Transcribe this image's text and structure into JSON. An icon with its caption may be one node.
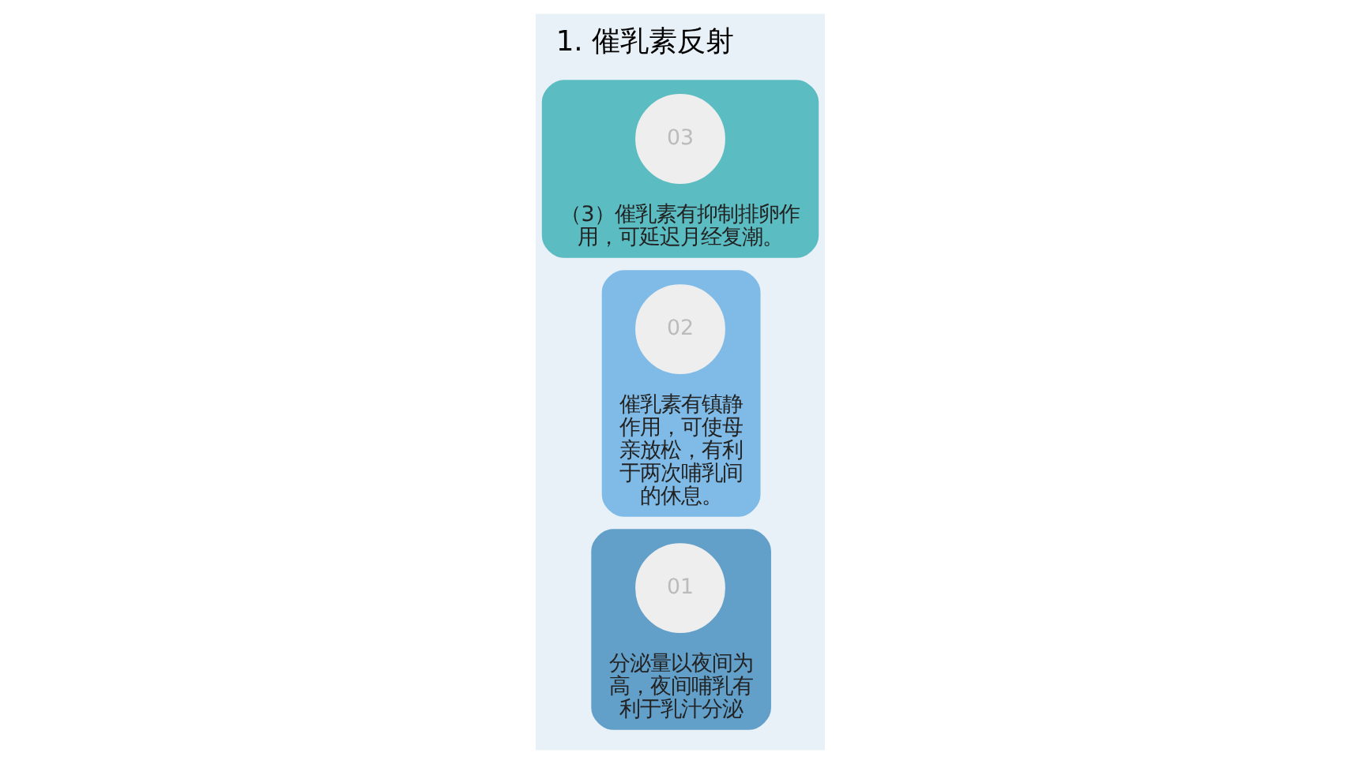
{
  "diagram": {
    "title": "1. 催乳素反射",
    "nodes": [
      {
        "text": [
          "分泌量以夜间为高，夜间哺乳有利于乳汁分泌"
        ]
      },
      {
        "text": [
          "01"
        ],
        "in": 0
      },
      {
        "text": [
          "催乳素有镇静作用，可使母亲放松，有利于两次哺乳间的休息。"
        ]
      },
      {
        "text": [
          "02"
        ],
        "in": 2
      },
      {
        "text": [
          "（3）催乳素有抑制排卵作用，可延迟月经复潮。"
        ]
      },
      {
        "text": [
          "03"
        ],
        "in": 4
      }
    ]
  }
}
